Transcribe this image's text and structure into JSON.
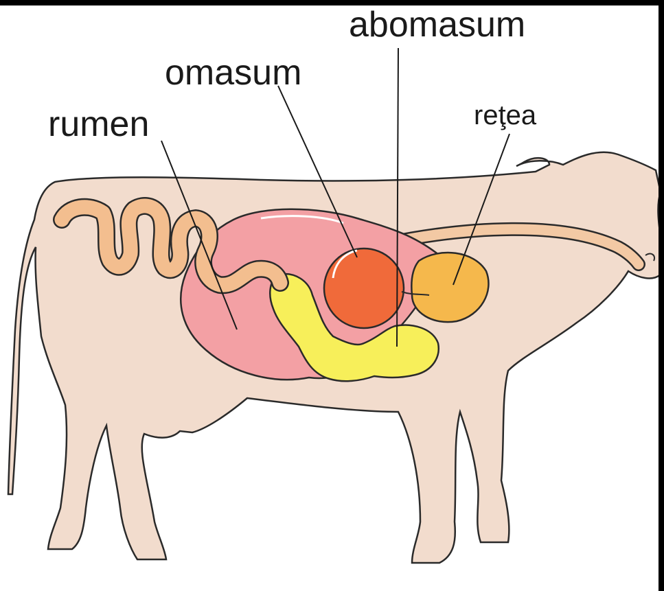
{
  "diagram": {
    "labels": {
      "abomasum": "abomasum",
      "omasum": "omasum",
      "rumen": "rumen",
      "retea": "reţea"
    },
    "colors": {
      "background": "#ffffff",
      "cow_body": "#f2dccd",
      "outline": "#2a2a2a",
      "rumen_stomach": "#f3a0a4",
      "omasum_stomach": "#f06a3a",
      "reticulum": "#f5b84c",
      "abomasum_intestine": "#f7ef5a",
      "intestines": "#f3be8f",
      "esophagus": "#f3c9a4"
    }
  }
}
